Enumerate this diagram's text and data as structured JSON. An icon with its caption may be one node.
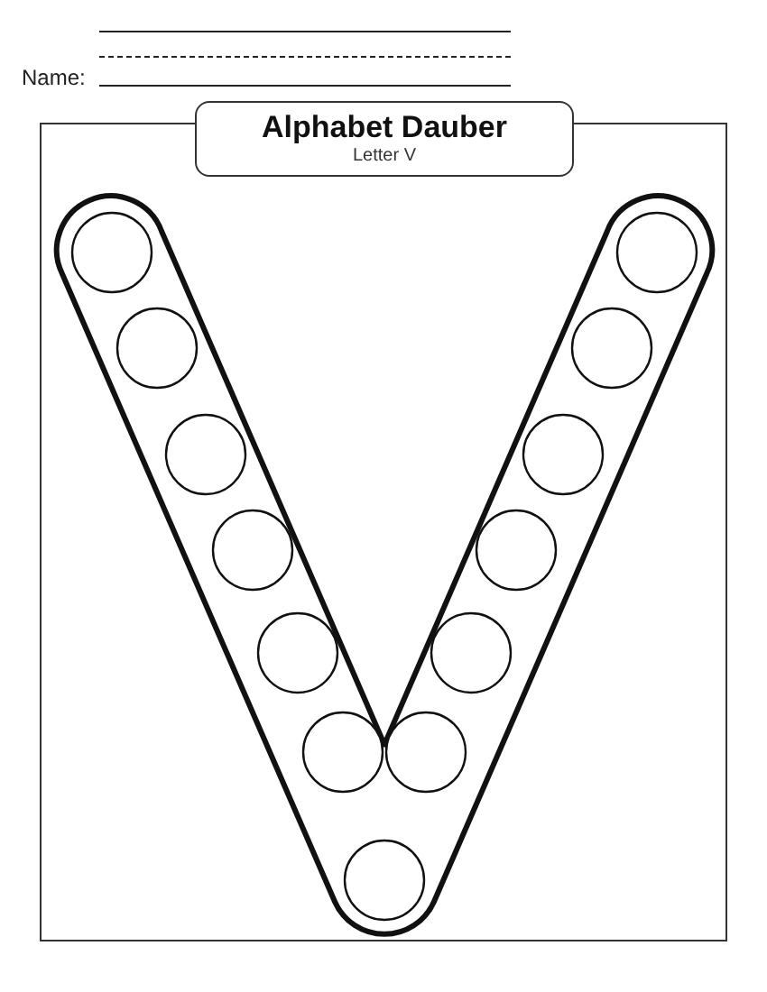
{
  "diagram": {
    "nodes": [
      {
        "text": [
          "Alphabet Dauber",
          "Letter V"
        ]
      }
    ],
    "labels": [
      "Name:"
    ]
  }
}
